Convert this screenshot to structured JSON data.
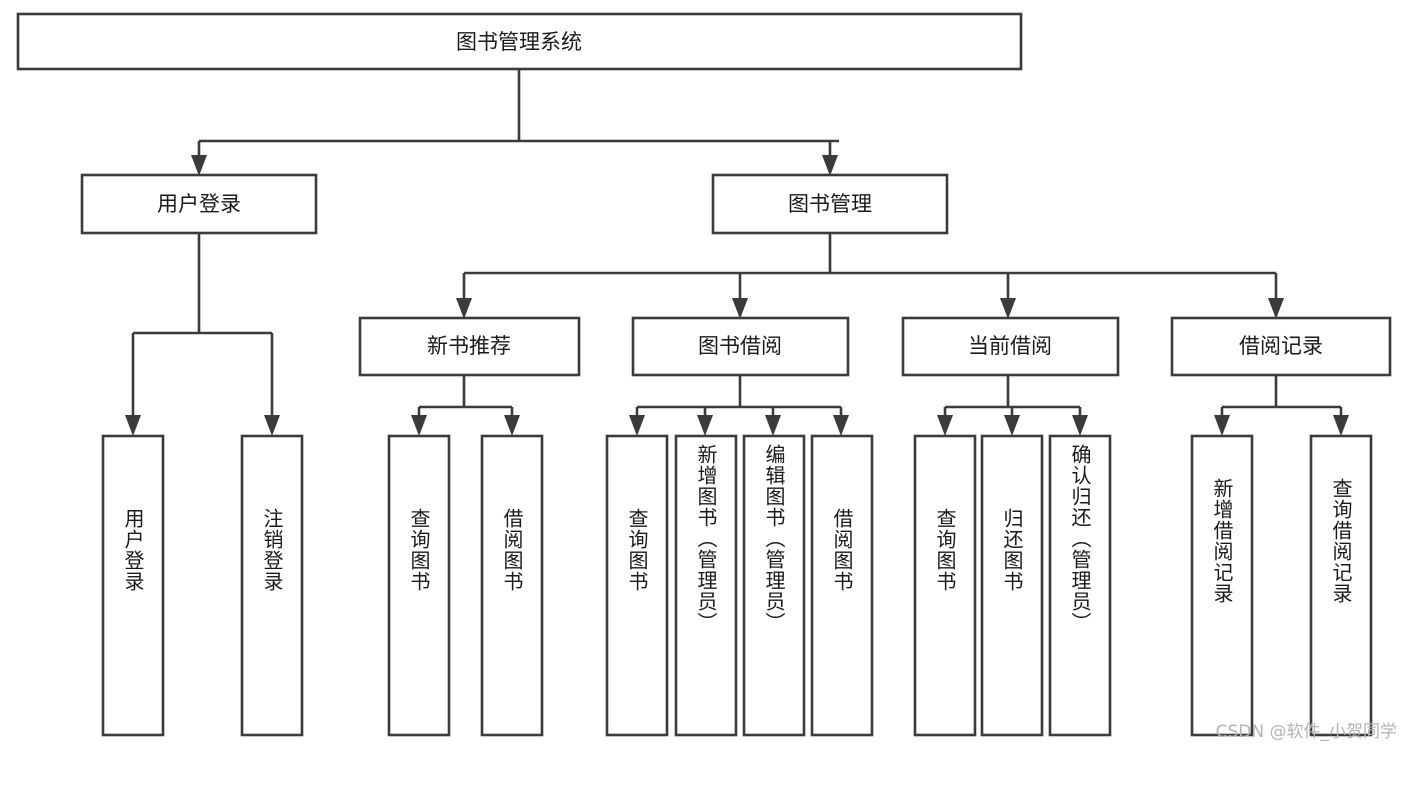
{
  "diagram": {
    "type": "tree",
    "title": "图书管理系统",
    "watermark": "CSDN @软件_小贺同学",
    "colors": {
      "stroke": "#3b3b3b",
      "fill": "#ffffff",
      "text": "#1a1a1a",
      "watermark": "#b4b4b4"
    },
    "root": {
      "label": "图书管理系统"
    },
    "level1": [
      {
        "label": "用户登录"
      },
      {
        "label": "图书管理"
      }
    ],
    "level2": [
      {
        "label": "新书推荐"
      },
      {
        "label": "图书借阅"
      },
      {
        "label": "当前借阅"
      },
      {
        "label": "借阅记录"
      }
    ],
    "leaves": {
      "user_login": [
        {
          "label": "用户登录"
        },
        {
          "label": "注销登录"
        }
      ],
      "new_book_recommend": [
        {
          "label": "查询图书"
        },
        {
          "label": "借阅图书"
        }
      ],
      "book_borrow": [
        {
          "label": "查询图书"
        },
        {
          "label": "新增图书（管理员）"
        },
        {
          "label": "编辑图书（管理员）"
        },
        {
          "label": "借阅图书"
        }
      ],
      "current_borrow": [
        {
          "label": "查询图书"
        },
        {
          "label": "归还图书"
        },
        {
          "label": "确认归还（管理员）"
        }
      ],
      "borrow_record": [
        {
          "label": "新增借阅记录"
        },
        {
          "label": "查询借阅记录"
        }
      ]
    }
  }
}
